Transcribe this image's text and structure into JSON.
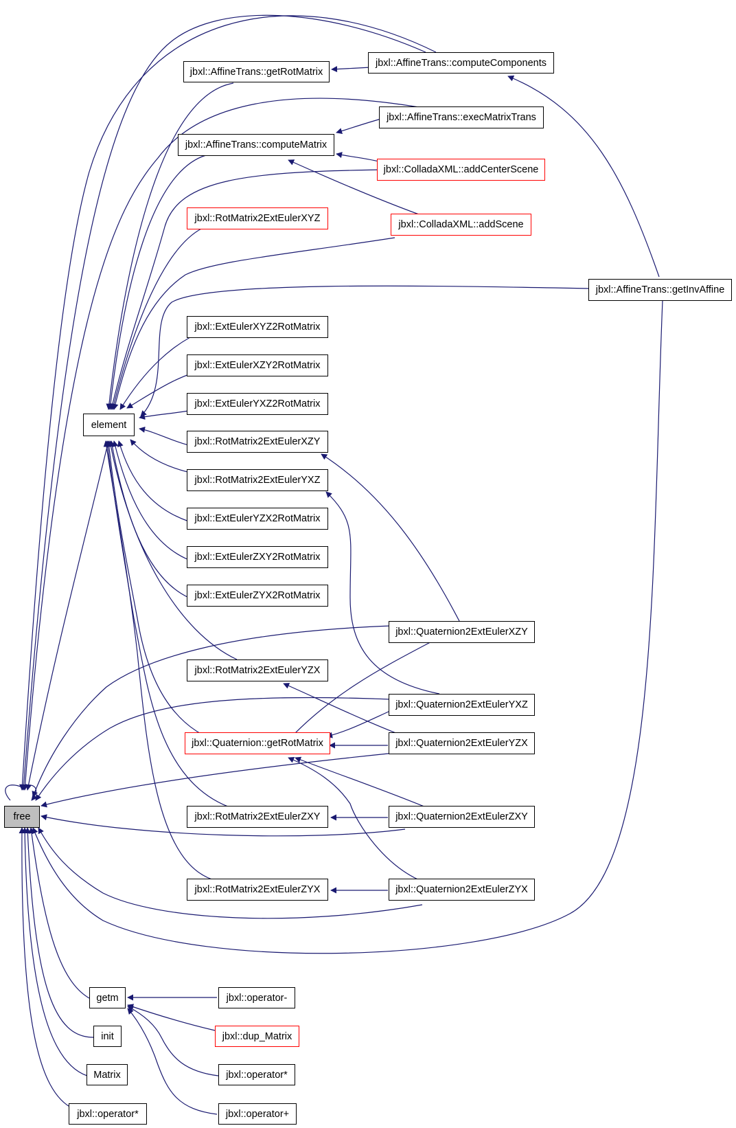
{
  "colors": {
    "edge": "#191970",
    "node_border": "#000000",
    "truncated_border": "#ff0000",
    "root_fill": "#bfbfbf"
  },
  "nodes": {
    "free": "free",
    "element": "element",
    "getm": "getm",
    "init": "init",
    "matrix": "Matrix",
    "jbxl_operator_mul_left": "jbxl::operator*",
    "affine_get_rot_matrix": "jbxl::AffineTrans::getRotMatrix",
    "affine_compute_components": "jbxl::AffineTrans::computeComponents",
    "affine_exec_matrix_trans": "jbxl::AffineTrans::execMatrixTrans",
    "affine_compute_matrix": "jbxl::AffineTrans::computeMatrix",
    "collada_add_center_scene": "jbxl::ColladaXML::addCenterScene",
    "collada_add_scene": "jbxl::ColladaXML::addScene",
    "rotmatrix2exteuler_xyz": "jbxl::RotMatrix2ExtEulerXYZ",
    "affine_get_inv_affine": "jbxl::AffineTrans::getInvAffine",
    "exteuler_xyz2rotmatrix": "jbxl::ExtEulerXYZ2RotMatrix",
    "exteuler_xzy2rotmatrix": "jbxl::ExtEulerXZY2RotMatrix",
    "exteuler_yxz2rotmatrix": "jbxl::ExtEulerYXZ2RotMatrix",
    "rotmatrix2exteuler_xzy": "jbxl::RotMatrix2ExtEulerXZY",
    "rotmatrix2exteuler_yxz": "jbxl::RotMatrix2ExtEulerYXZ",
    "exteuler_yzx2rotmatrix": "jbxl::ExtEulerYZX2RotMatrix",
    "exteuler_zxy2rotmatrix": "jbxl::ExtEulerZXY2RotMatrix",
    "exteuler_zyx2rotmatrix": "jbxl::ExtEulerZYX2RotMatrix",
    "quaternion2exteuler_xzy": "jbxl::Quaternion2ExtEulerXZY",
    "rotmatrix2exteuler_yzx": "jbxl::RotMatrix2ExtEulerYZX",
    "quaternion2exteuler_yxz": "jbxl::Quaternion2ExtEulerYXZ",
    "quaternion_get_rot_matrix": "jbxl::Quaternion::getRotMatrix",
    "quaternion2exteuler_yzx": "jbxl::Quaternion2ExtEulerYZX",
    "rotmatrix2exteuler_zxy": "jbxl::RotMatrix2ExtEulerZXY",
    "quaternion2exteuler_zxy": "jbxl::Quaternion2ExtEulerZXY",
    "rotmatrix2exteuler_zyx": "jbxl::RotMatrix2ExtEulerZYX",
    "quaternion2exteuler_zyx": "jbxl::Quaternion2ExtEulerZYX",
    "jbxl_operator_minus": "jbxl::operator-",
    "jbxl_dup_matrix": "jbxl::dup_Matrix",
    "jbxl_operator_mul": "jbxl::operator*",
    "jbxl_operator_plus": "jbxl::operator+"
  }
}
